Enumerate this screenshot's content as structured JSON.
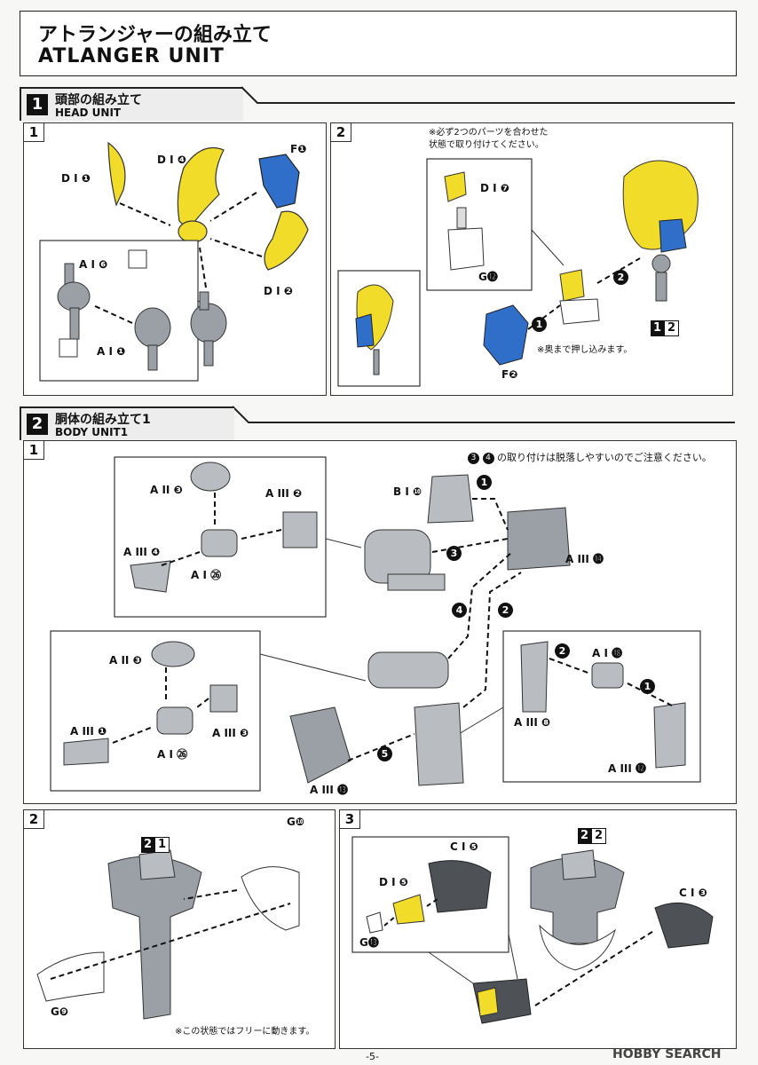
{
  "header": {
    "title_jp": "アトランジャーの組み立て",
    "title_en": "ATLANGER UNIT"
  },
  "colors": {
    "yellow": "#f2dc2a",
    "blue": "#2f6fc9",
    "gray": "#9aa0a6",
    "dark": "#4e5257",
    "white": "#ffffff"
  },
  "section1": {
    "num": "1",
    "title_jp": "頭部の組み立て",
    "title_en": "HEAD UNIT",
    "step1": {
      "num": "1",
      "labels": {
        "d1": "D I ❶",
        "d4": "D I ❹",
        "f1": "F❶",
        "d2": "D I ❷",
        "a6": "A I ❻",
        "a1": "A I ❶"
      }
    },
    "step2": {
      "num": "2",
      "note_top": "※必ず2つのパーツを合わせた\n状態で取り付けてください。",
      "note_bottom": "※奥まで押し込みます。",
      "labels": {
        "d7": "D I ❼",
        "g12": "G⓬",
        "f2": "F❷"
      },
      "tag": {
        "a": "1",
        "b": "2"
      },
      "markers": [
        "1",
        "2"
      ]
    }
  },
  "section2": {
    "num": "2",
    "title_jp": "胴体の組み立て1",
    "title_en": "BODY UNIT1",
    "step1": {
      "num": "1",
      "note": "の取り付けは脱落しやすいのでご注意ください。",
      "note_markers": [
        "3",
        "4"
      ],
      "labels": {
        "a2_3a": "A II ❸",
        "a3_2": "A III ❷",
        "a3_4": "A III ❹",
        "a1_26a": "A I ㉖",
        "b1_10": "B I ❿",
        "a3_14": "A III ⓮",
        "a2_3b": "A II ❸",
        "a3_1": "A III ❶",
        "a3_3": "A III ❸",
        "a1_26b": "A I ㉖",
        "a1_18": "A I ⓲",
        "a3_8": "A III ❽",
        "a3_12": "A III ⓬",
        "a3_13": "A III ⓭"
      },
      "markers": [
        "1",
        "3",
        "4",
        "2",
        "5",
        "2",
        "1"
      ]
    },
    "step2": {
      "num": "2",
      "tag": {
        "a": "2",
        "b": "1"
      },
      "labels": {
        "g10": "G❿",
        "g9": "G❾"
      },
      "note": "※この状態ではフリーに動きます。"
    },
    "step3": {
      "num": "3",
      "tag": {
        "a": "2",
        "b": "2"
      },
      "labels": {
        "c5": "C I ❺",
        "d5": "D I ❺",
        "g13": "G⓭",
        "c3": "C I ❸"
      }
    }
  },
  "footer": {
    "page": "-5-",
    "watermark": "HOBBY SEARCH"
  }
}
